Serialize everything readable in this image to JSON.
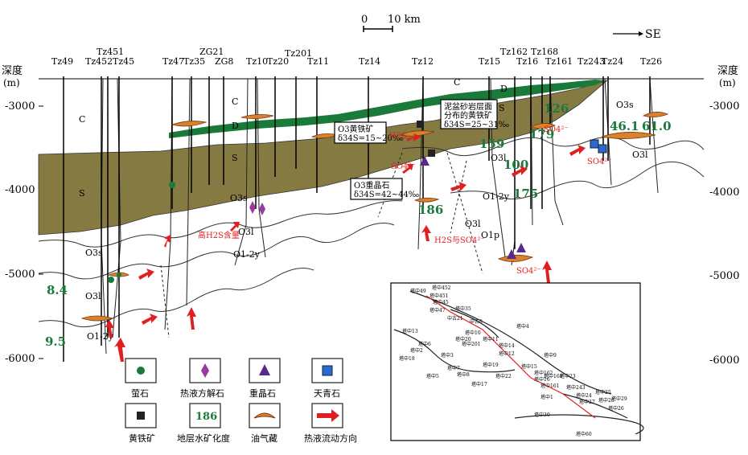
{
  "scale": {
    "zero": "0",
    "ten": "10 km"
  },
  "direction": "SE",
  "depth_axis": {
    "left_title": "深度",
    "right_title": "深度",
    "unit": "(m)",
    "ticks": [
      "-3000",
      "-4000",
      "-5000",
      "-6000"
    ]
  },
  "wells": [
    "Tz49",
    "Tz452",
    "Tz451",
    "Tz45",
    "Tz47",
    "Tz35",
    "ZG21",
    "ZG8",
    "Tz10",
    "Tz20",
    "Tz201",
    "Tz11",
    "Tz14",
    "Tz12",
    "Tz15",
    "Tz162",
    "Tz16",
    "Tz168",
    "Tz161",
    "Tz243",
    "Tz24",
    "Tz26"
  ],
  "strata": {
    "c_left": "C",
    "c_mid": "C",
    "c_right": "C",
    "d_mid": "D",
    "d_right": "D",
    "s_left": "S",
    "s_mid": "S",
    "s_right": "S",
    "o3s_left": "O3s",
    "o3s_mid": "O3s",
    "o3l_left": "O3l",
    "o3l_mid": "O3l",
    "o3l_r1": "O3l",
    "o3l_r2": "O3l",
    "o12y_left": "O1-2y",
    "o12y_mid": "O1-2y",
    "o12y_r": "O1-2y",
    "o3s_right": "O3s",
    "o3l_far": "O3l",
    "o1p": "O1p"
  },
  "salinity_labels": [
    "8.4",
    "9.5",
    "159",
    "100",
    "175",
    "186",
    "126",
    "179",
    "46.1",
    "61.0"
  ],
  "annotations": {
    "pyrite_note_1": "O3黄铁矿",
    "pyrite_note_2": "δ34S=15~20‰",
    "barite_note_1": "O3重晶石",
    "barite_note_2": "δ34S=42~44‰",
    "sandstone_note_1": "泥盆砂岩层面",
    "sandstone_note_2": "分布的黄铁矿",
    "sandstone_note_3": "δ34S=25~31‰",
    "h2s_high": "高H2S含量",
    "h2s_so4": "H2S与SO4²⁻",
    "so4_1": "SO4²⁻",
    "so4_2": "SO4²⁻",
    "so4_3": "SO4²⁻",
    "so4_4": "SO4²⁻",
    "h2s_small": "H2S"
  },
  "legend": [
    {
      "label": "萤石",
      "symbol": "fluorite-icon"
    },
    {
      "label": "热液方解石",
      "symbol": "calcite-icon"
    },
    {
      "label": "重晶石",
      "symbol": "barite-icon"
    },
    {
      "label": "天青石",
      "symbol": "celestite-icon"
    },
    {
      "label": "黄铁矿",
      "symbol": "pyrite-icon"
    },
    {
      "label": "地层水矿化度",
      "symbol": "salinity-icon",
      "value": "186"
    },
    {
      "label": "油气藏",
      "symbol": "reservoir-icon"
    },
    {
      "label": "热液流动方向",
      "symbol": "flow-arrow-icon"
    }
  ],
  "inset_map": {
    "labels": [
      "塔中452",
      "塔中49",
      "塔中451",
      "塔中45",
      "塔中47",
      "塔中35",
      "中古21",
      "中古8",
      "塔中10",
      "塔中20",
      "塔中11",
      "塔中201",
      "塔中14",
      "塔中12",
      "塔中15",
      "塔中162",
      "塔中16",
      "塔中168",
      "塔中161",
      "塔中243",
      "塔中24",
      "塔中26",
      "塔中1",
      "塔中4",
      "塔中5",
      "塔中6",
      "塔中3",
      "塔中9",
      "塔中2",
      "塔中7",
      "塔中8",
      "塔中19",
      "塔中18",
      "塔中13",
      "塔中17",
      "塔中22",
      "塔中23",
      "塔中25",
      "塔中27",
      "塔中28",
      "塔中29",
      "塔中30",
      "塔中60"
    ]
  },
  "colors": {
    "silurian": "#857b42",
    "carbonate_top": "#1a7a3a",
    "reservoir": "#d9822b",
    "flow_arrow": "#e02020",
    "salinity_text": "#1a7a3a",
    "barite": "#5a2a8a",
    "calcite": "#9a3aa0",
    "celestite": "#2a6ad0"
  }
}
